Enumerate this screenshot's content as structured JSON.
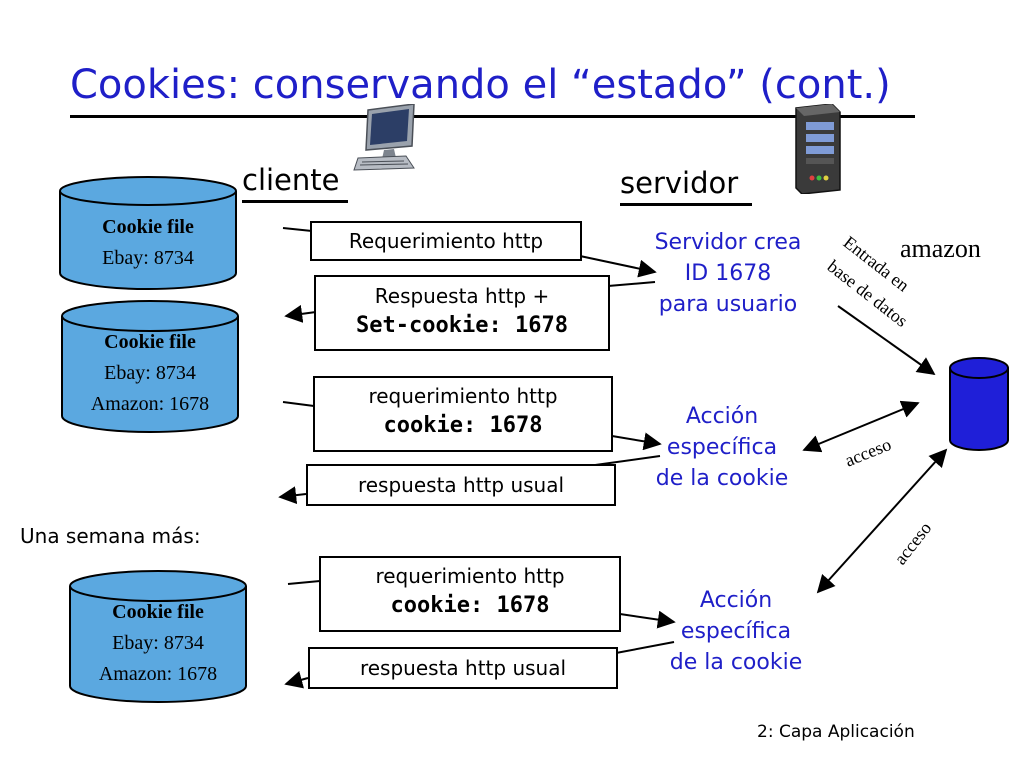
{
  "title": "Cookies: conservando el “estado” (cont.)",
  "labels": {
    "cliente": "cliente",
    "servidor": "servidor",
    "amazon": "amazon",
    "una_semana": "Una semana más:",
    "footer": "2: Capa Aplicación"
  },
  "cookie_files": [
    {
      "heading": "Cookie file",
      "lines": [
        "Ebay: 8734"
      ]
    },
    {
      "heading": "Cookie file",
      "lines": [
        "Ebay: 8734",
        "Amazon: 1678"
      ]
    },
    {
      "heading": "Cookie file",
      "lines": [
        "Ebay: 8734",
        "Amazon: 1678"
      ]
    }
  ],
  "messages": {
    "req1": "Requerimiento http",
    "resp1_line1": "Respuesta http +",
    "resp1_line2": "Set-cookie: 1678",
    "req2_line1": "requerimiento http",
    "req2_line2": "cookie: 1678",
    "resp2": "respuesta http usual",
    "req3_line1": "requerimiento http",
    "req3_line2": "cookie: 1678",
    "resp3": "respuesta http usual"
  },
  "server_notes": {
    "crea": [
      "Servidor crea",
      "ID 1678",
      "para usuario"
    ],
    "accion1": [
      "Acción",
      "específica",
      "de la cookie"
    ],
    "accion2": [
      "Acción",
      "específica",
      "de la cookie"
    ]
  },
  "db_labels": {
    "entrada": [
      "Entrada en",
      "base de datos"
    ],
    "acceso1": "acceso",
    "acceso2": "acceso"
  },
  "colors": {
    "title": "#1f1fc8",
    "cylinder": "#5ba8e0",
    "db": "#1f1fd8",
    "note": "#1f1fc8"
  },
  "icons": [
    "desktop-computer-icon",
    "server-tower-icon",
    "database-cylinder-icon"
  ]
}
